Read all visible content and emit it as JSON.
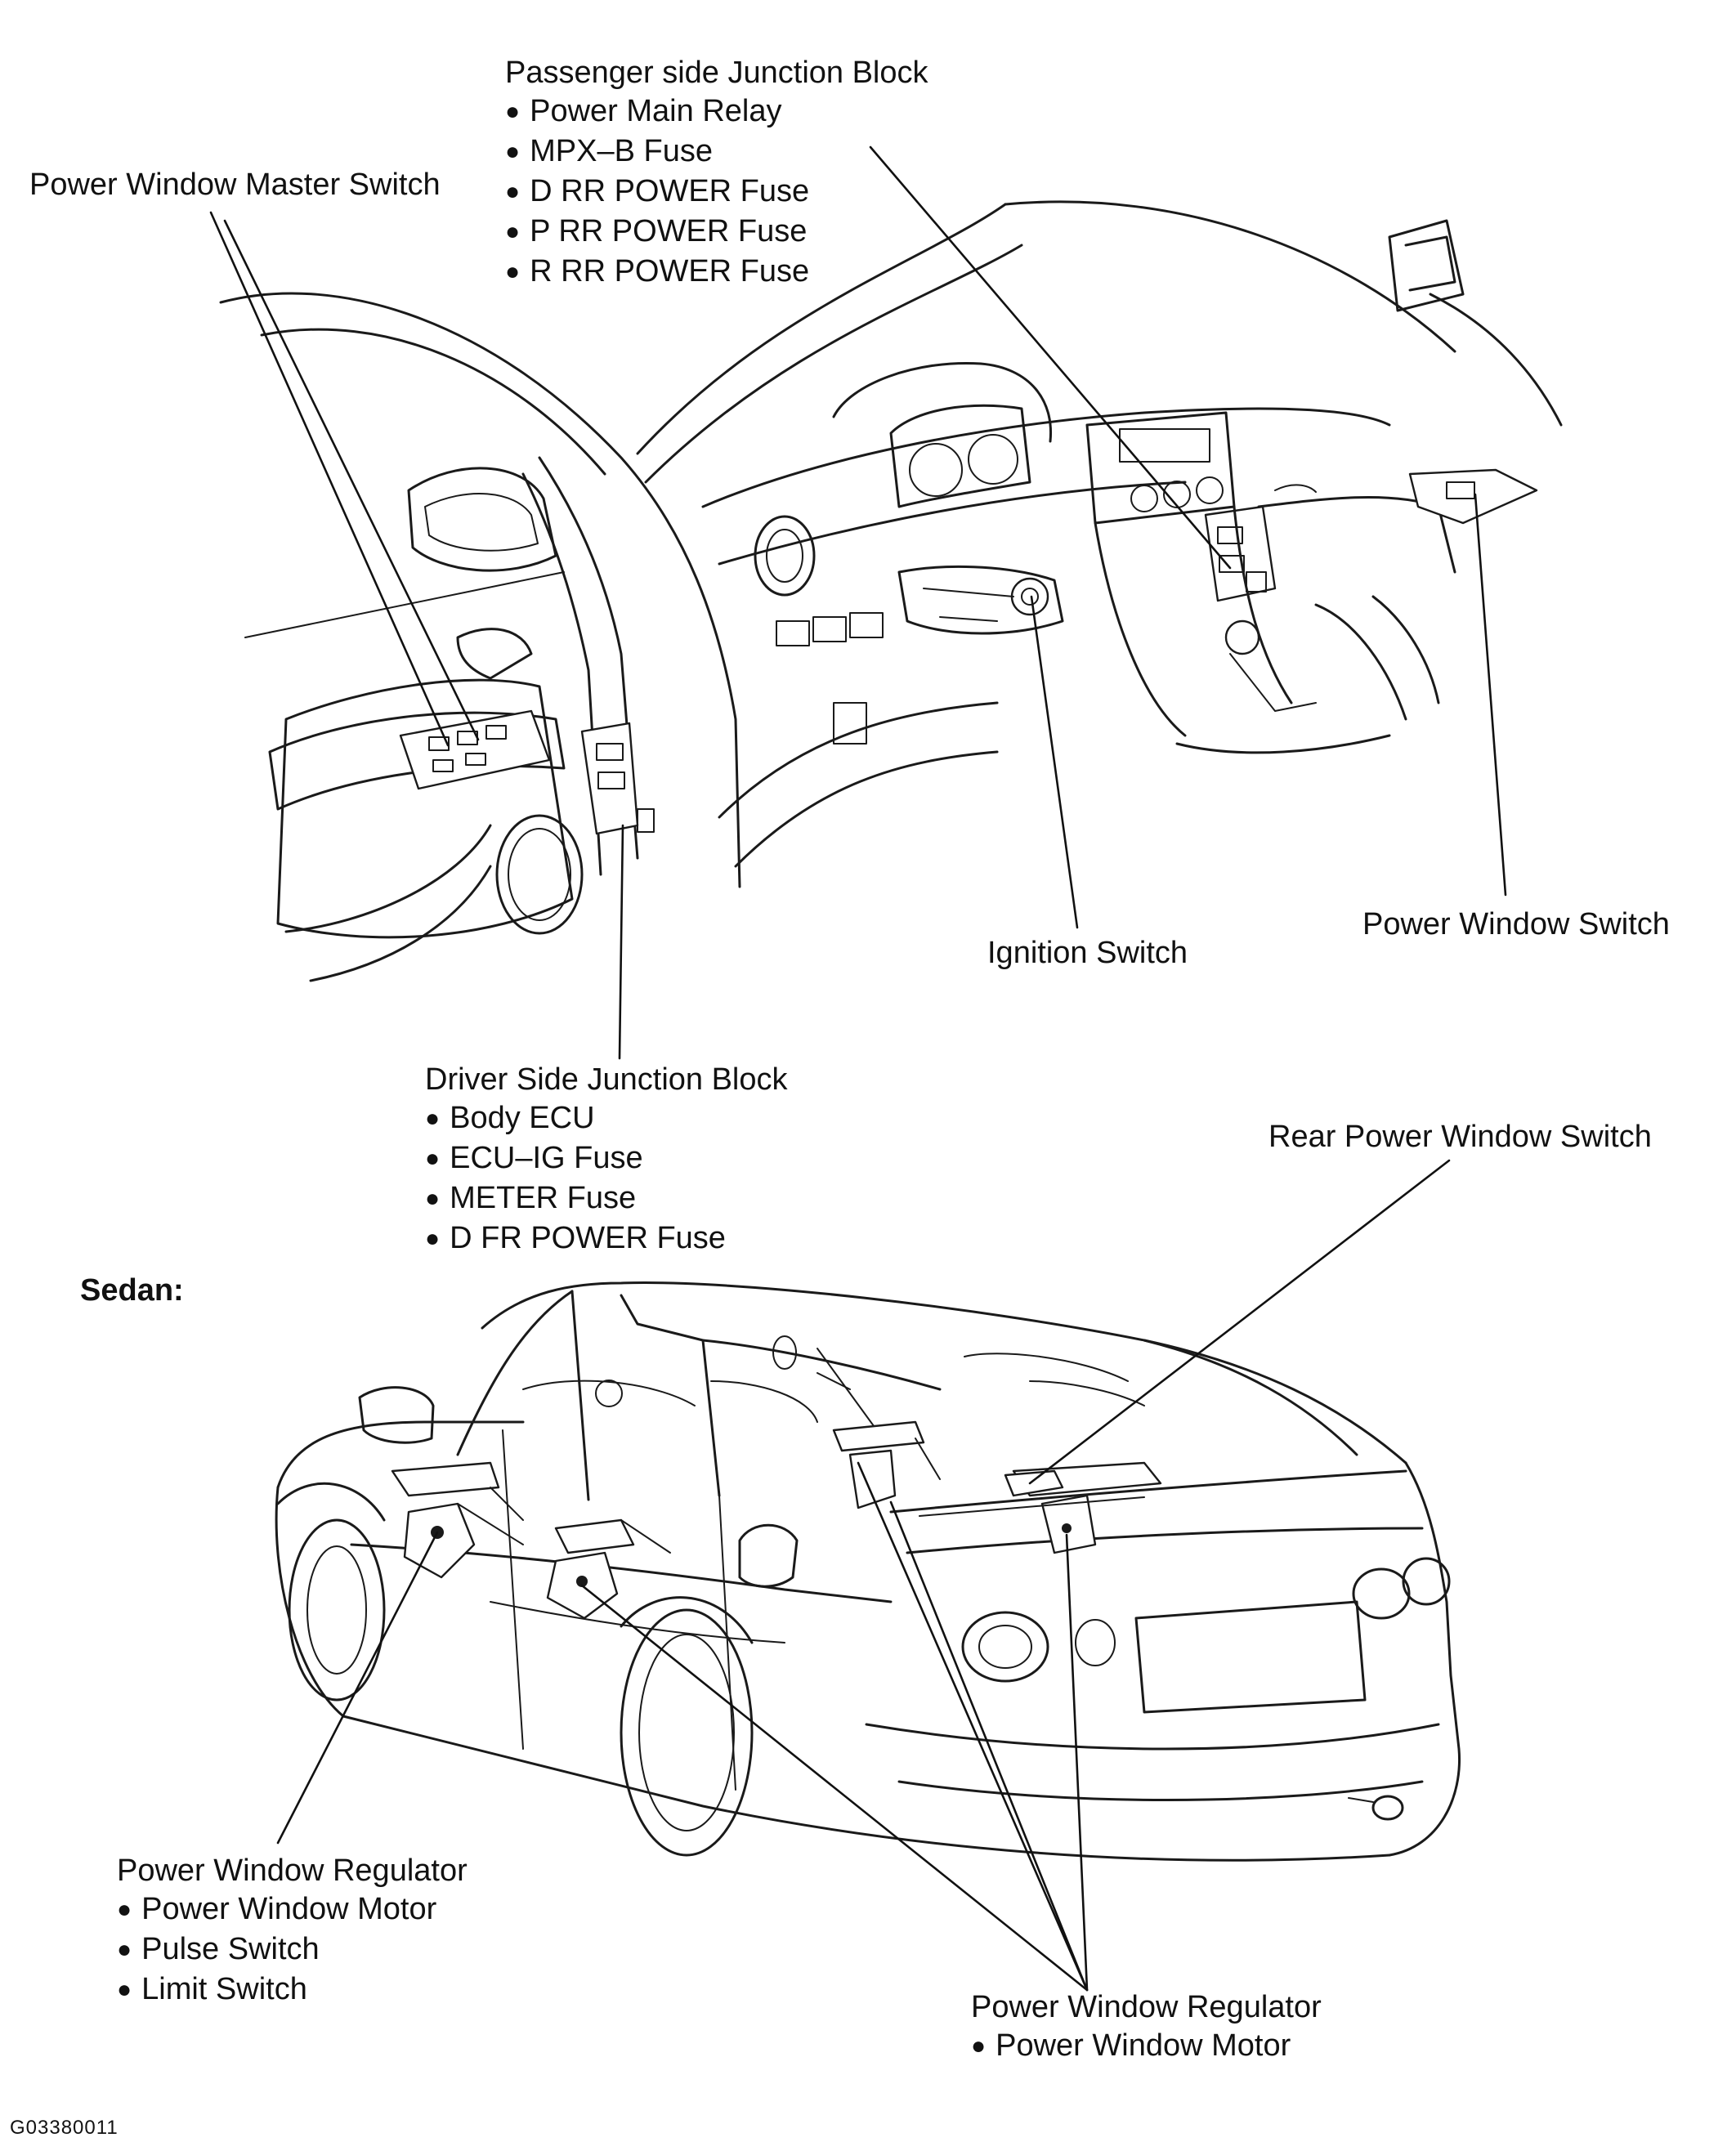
{
  "labels": {
    "passenger_jb": {
      "title": "Passenger side Junction Block",
      "items": [
        "Power Main Relay",
        "MPX–B Fuse",
        "D RR POWER Fuse",
        "P RR POWER Fuse",
        "R RR POWER Fuse"
      ]
    },
    "master_switch": {
      "title": "Power Window Master Switch"
    },
    "ignition": {
      "title": "Ignition Switch"
    },
    "pw_switch": {
      "title": "Power Window Switch"
    },
    "driver_jb": {
      "title": "Driver Side Junction Block",
      "items": [
        "Body ECU",
        "ECU–IG Fuse",
        "METER Fuse",
        "D FR POWER Fuse"
      ]
    },
    "rear_switch": {
      "title": "Rear Power Window Switch"
    },
    "regulator_front": {
      "title": "Power Window Regulator",
      "items": [
        "Power Window Motor",
        "Pulse Switch",
        "Limit Switch"
      ]
    },
    "regulator_rear": {
      "title": "Power Window Regulator",
      "items": [
        "Power Window Motor"
      ]
    }
  },
  "section_title": "Sedan:",
  "figure_code": "G03380011"
}
